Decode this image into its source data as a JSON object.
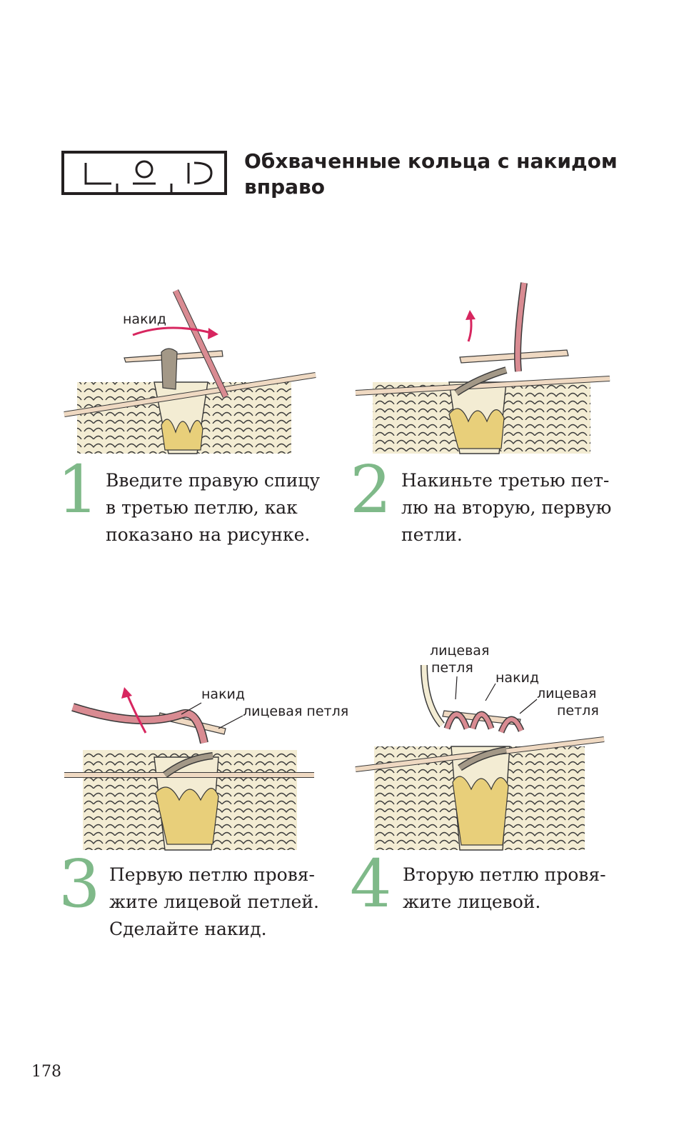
{
  "title": "Обхваченные кольца с накидом\nвправо",
  "symbol_icon": "knitting-chart-symbol-icon",
  "colors": {
    "accent_green": "#7fb989",
    "yarn_cream": "#f3ecd3",
    "yarn_outline": "#3a3a3a",
    "yarn_pink": "#d98b92",
    "yarn_taupe": "#a39887",
    "yarn_gold": "#e8cf7a",
    "needle": "#efd9c2",
    "arrow": "#d7265f"
  },
  "steps": [
    {
      "number": "1",
      "text": "Введите правую спицу\nв третью петлю, как\nпоказано на рисунке.",
      "labels": [
        "накид"
      ]
    },
    {
      "number": "2",
      "text": "Накиньте третью пет-\nлю на вторую, первую\nпетли.",
      "labels": []
    },
    {
      "number": "3",
      "text": "Первую петлю провя-\nжите лицевой петлей.\nСделайте накид.",
      "labels": [
        "накид",
        "лицевая петля"
      ]
    },
    {
      "number": "4",
      "text": "Вторую петлю провя-\nжите лицевой.",
      "labels": [
        "лицевая",
        "петля",
        "накид",
        "лицевая",
        "петля"
      ]
    }
  ],
  "page_number": "178"
}
